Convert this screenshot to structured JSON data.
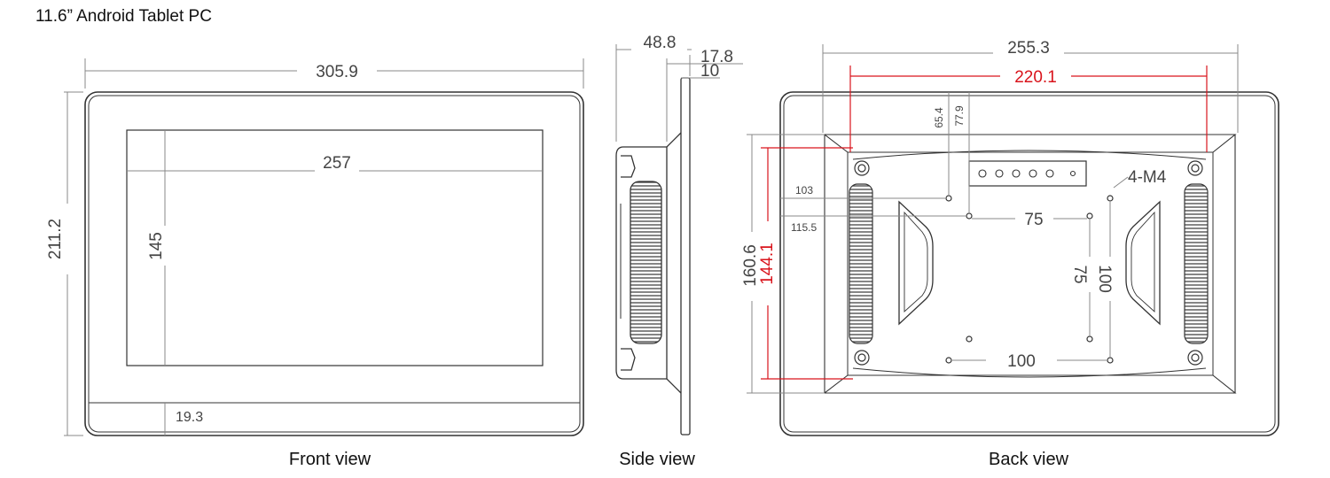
{
  "title": "11.6” Android Tablet PC",
  "views": {
    "front": {
      "label": "Front view",
      "dims": {
        "overall_width": "305.9",
        "overall_height": "211.2",
        "screen_width": "257",
        "screen_height": "145",
        "bottom_bezel": "19.3"
      }
    },
    "side": {
      "label": "Side view",
      "dims": {
        "total_depth": "48.8",
        "panel_depth": "17.8",
        "bezel_depth": "10"
      }
    },
    "back": {
      "label": "Back view",
      "dims": {
        "overall_width": "255.3",
        "mount_width": "220.1",
        "overall_height": "160.6",
        "mount_height": "144.1",
        "offset_a": "65.4",
        "offset_b": "77.9",
        "offset_c": "103",
        "offset_d": "115.5",
        "vesa_75_h": "75",
        "vesa_75_v": "75",
        "vesa_100_h": "100",
        "vesa_100_v": "100",
        "screw_spec": "4-M4"
      }
    }
  },
  "colors": {
    "line": "#555555",
    "accent_red": "#d9141c"
  }
}
